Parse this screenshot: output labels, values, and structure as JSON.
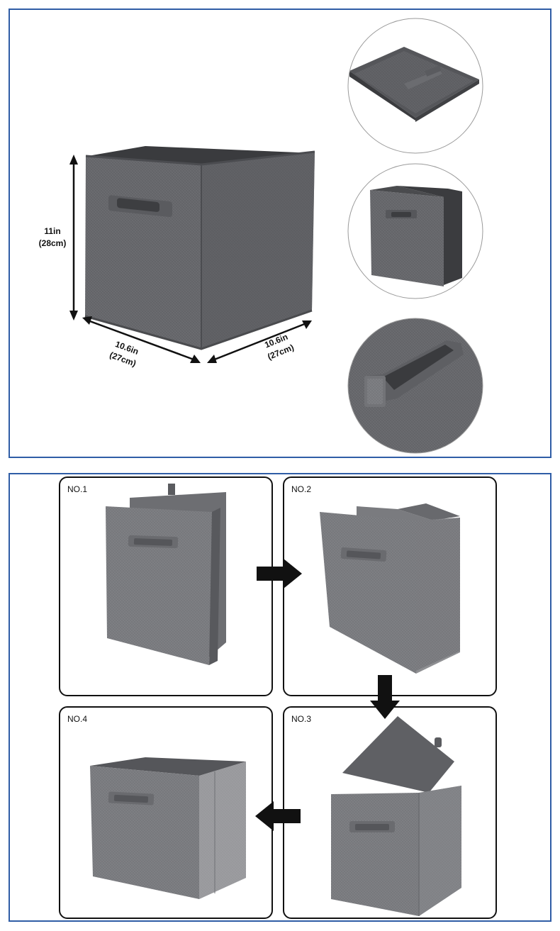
{
  "dimensions": {
    "height": "11in",
    "height_cm": "(28cm)",
    "width": "10.6in",
    "width_cm": "(27cm)",
    "depth": "10.6in",
    "depth_cm": "(27cm)"
  },
  "steps": [
    {
      "label": "NO.1"
    },
    {
      "label": "NO.2"
    },
    {
      "label": "NO.3"
    },
    {
      "label": "NO.4"
    }
  ],
  "colors": {
    "frame": "#2f5da6",
    "fabric": "#6b6c70",
    "fabric_dark": "#4e4f53",
    "fabric_light": "#7c7d81",
    "arrow": "#111111"
  }
}
